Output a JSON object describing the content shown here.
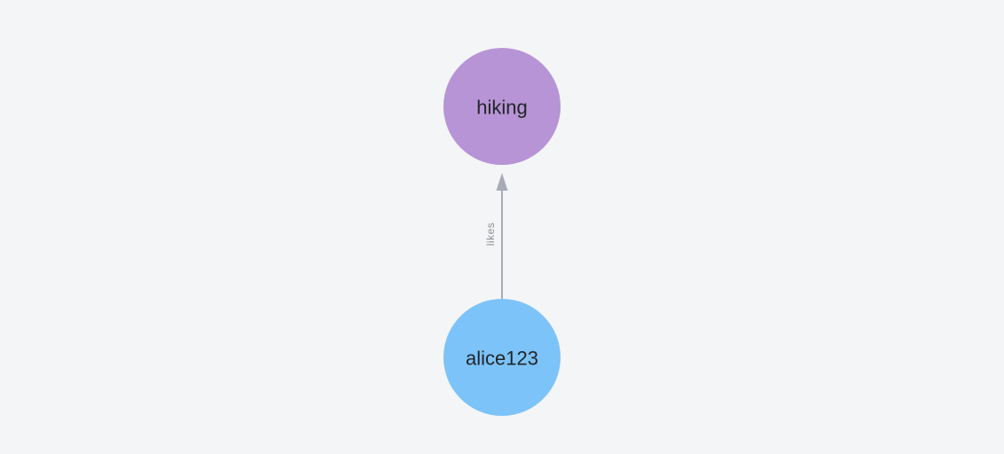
{
  "colors": {
    "background": "#f4f5f6",
    "node_label_text": "#212529",
    "edge_color": "#a8abb4",
    "edge_label_text": "#8d9099"
  },
  "graph": {
    "nodes": [
      {
        "label": "hiking",
        "color": "#b794d5"
      },
      {
        "label": "alice123",
        "color": "#7cc3f9"
      }
    ],
    "edges": [
      {
        "label": "likes",
        "from": "alice123",
        "to": "hiking",
        "color": "#a8abb4"
      }
    ]
  }
}
